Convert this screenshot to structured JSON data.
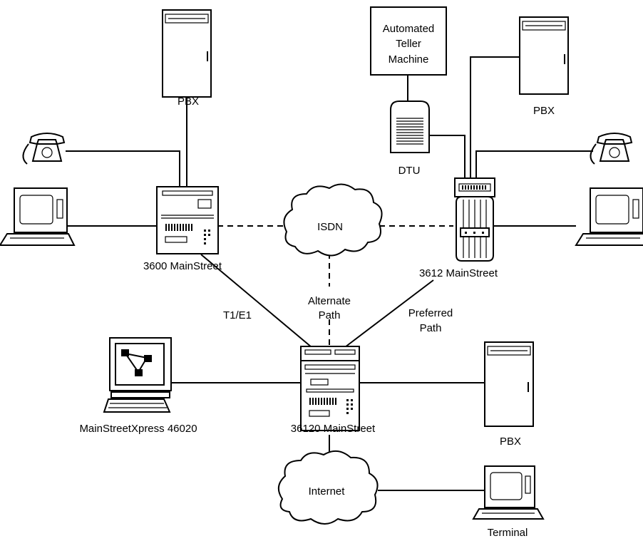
{
  "labels": {
    "pbx_left": "PBX",
    "pbx_right": "PBX",
    "pbx_bottom": "PBX",
    "atm_line1": "Automated",
    "atm_line2": "Teller",
    "atm_line3": "Machine",
    "dtu": "DTU",
    "isdn": "ISDN",
    "internet": "Internet",
    "node_3600": "3600 MainStreet",
    "node_3612": "3612 MainStreet",
    "node_36120": "36120 MainStreet",
    "mainstreetxpress": "MainStreetXpress 46020",
    "terminal": "Terminal",
    "t1e1": "T1/E1",
    "alternate_line1": "Alternate",
    "alternate_line2": "Path",
    "preferred_line1": "Preferred",
    "preferred_line2": "Path"
  },
  "icons": [
    "pbx-icon",
    "telephone-icon",
    "computer-icon",
    "router-icon",
    "cloud-icon",
    "dtu-icon",
    "atm-icon",
    "network-manager-icon",
    "terminal-icon"
  ]
}
